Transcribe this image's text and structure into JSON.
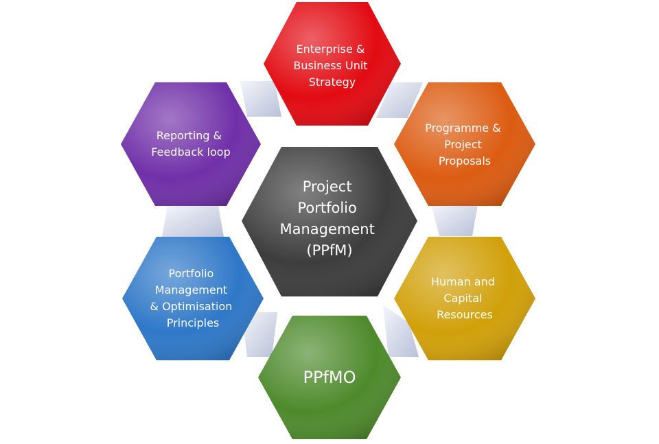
{
  "diagram": {
    "center": {
      "lines": [
        "Project",
        "Portfolio",
        "Management",
        "(PPfM)"
      ],
      "color": "#3d3d3d"
    },
    "nodes": [
      {
        "id": "strategy",
        "lines": [
          "Enterprise &",
          "Business Unit",
          "Strategy"
        ],
        "color": "#e20b12"
      },
      {
        "id": "proposals",
        "lines": [
          "Programme &",
          "Project",
          "Proposals"
        ],
        "color": "#dc5c12"
      },
      {
        "id": "resources",
        "lines": [
          "Human and",
          "Capital",
          "Resources"
        ],
        "color": "#d1a00a"
      },
      {
        "id": "ppfmo",
        "lines": [
          "PPfMO"
        ],
        "color": "#4e8a2c"
      },
      {
        "id": "principles",
        "lines": [
          "Portfolio",
          "Management",
          "& Optimisation",
          "Principles"
        ],
        "color": "#2f78c8"
      },
      {
        "id": "reporting",
        "lines": [
          "Reporting &",
          "Feedback loop"
        ],
        "color": "#7030a8"
      }
    ]
  }
}
